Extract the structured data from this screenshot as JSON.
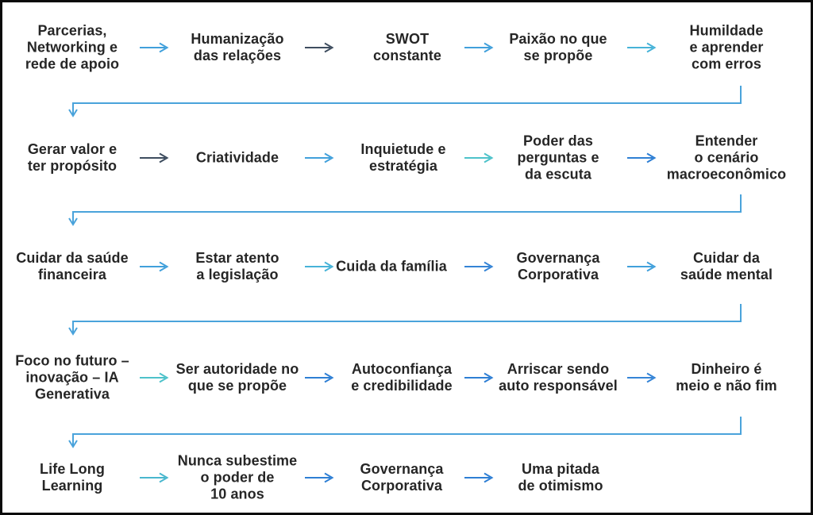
{
  "diagram": {
    "background": "#ffffff",
    "border_color": "#0a0a0a",
    "text_color": "#262626",
    "connector_color": "#4AA3DB",
    "rows": [
      {
        "items": [
          "Parcerias,\nNetworking e\nrede de apoio",
          "Humanização\ndas relações",
          "SWOT\nconstante",
          "Paixão no que\nse propõe",
          "Humildade\ne aprender\ncom erros"
        ],
        "arrow_colors": [
          "#41A0DB",
          "#3E4D5F",
          "#41A0DB",
          "#47B3D8"
        ]
      },
      {
        "items": [
          "Gerar valor e\nter propósito",
          "Criatividade",
          "Inquietude e\nestratégia",
          "Poder das\nperguntas e\nda escuta",
          "Entender\no cenário\nmacroeconômico"
        ],
        "arrow_colors": [
          "#3E4D5F",
          "#41A0DB",
          "#4EC2CA",
          "#2E7FD4"
        ]
      },
      {
        "items": [
          "Cuidar da saúde\nfinanceira",
          "Estar atento\na legislação",
          "Cuida da família",
          "Governança\nCorporativa",
          "Cuidar da\nsaúde mental"
        ],
        "arrow_colors": [
          "#41A0DB",
          "#47B3D8",
          "#3584D6",
          "#41A0DB"
        ]
      },
      {
        "items": [
          "Foco no futuro –\ninovação – IA\nGenerativa",
          "Ser autoridade no\nque se propõe",
          "Autoconfiança\ne credibilidade",
          "Arriscar sendo\nauto responsável",
          "Dinheiro é\nmeio e não fim"
        ],
        "arrow_colors": [
          "#4EC2CA",
          "#2E7FD4",
          "#2E7FD4",
          "#3584D6"
        ]
      },
      {
        "items": [
          "Life Long\nLearning",
          "Nunca subestime\no poder de\n10 anos",
          "Governança\nCorporativa",
          "Uma pitada\nde otimismo"
        ],
        "arrow_colors": [
          "#49B7CE",
          "#2E7FD4",
          "#2E7FD4"
        ]
      }
    ]
  }
}
